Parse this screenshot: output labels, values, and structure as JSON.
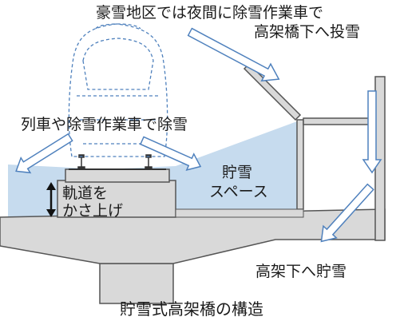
{
  "labels": {
    "night_dump_line1": "豪雪地区では夜間に除雪作業車で",
    "night_dump_line2": "高架橋下へ投雪",
    "train_removal": "列車や除雪作業車で除雪",
    "storage_line1": "貯雪",
    "storage_line2": "スペース",
    "raise_line1": "軌道を",
    "raise_line2": "かさ上げ",
    "under_storage": "高架下へ貯雪",
    "caption": "貯雪式高架橋の構造"
  },
  "colors": {
    "snow": "#c6dbee",
    "structure_fill": "#d9d9d9",
    "structure_stroke": "#555555",
    "arrow_fill": "#ffffff",
    "arrow_stroke": "#4f81bd",
    "vehicle_outline": "#4f81bd"
  }
}
